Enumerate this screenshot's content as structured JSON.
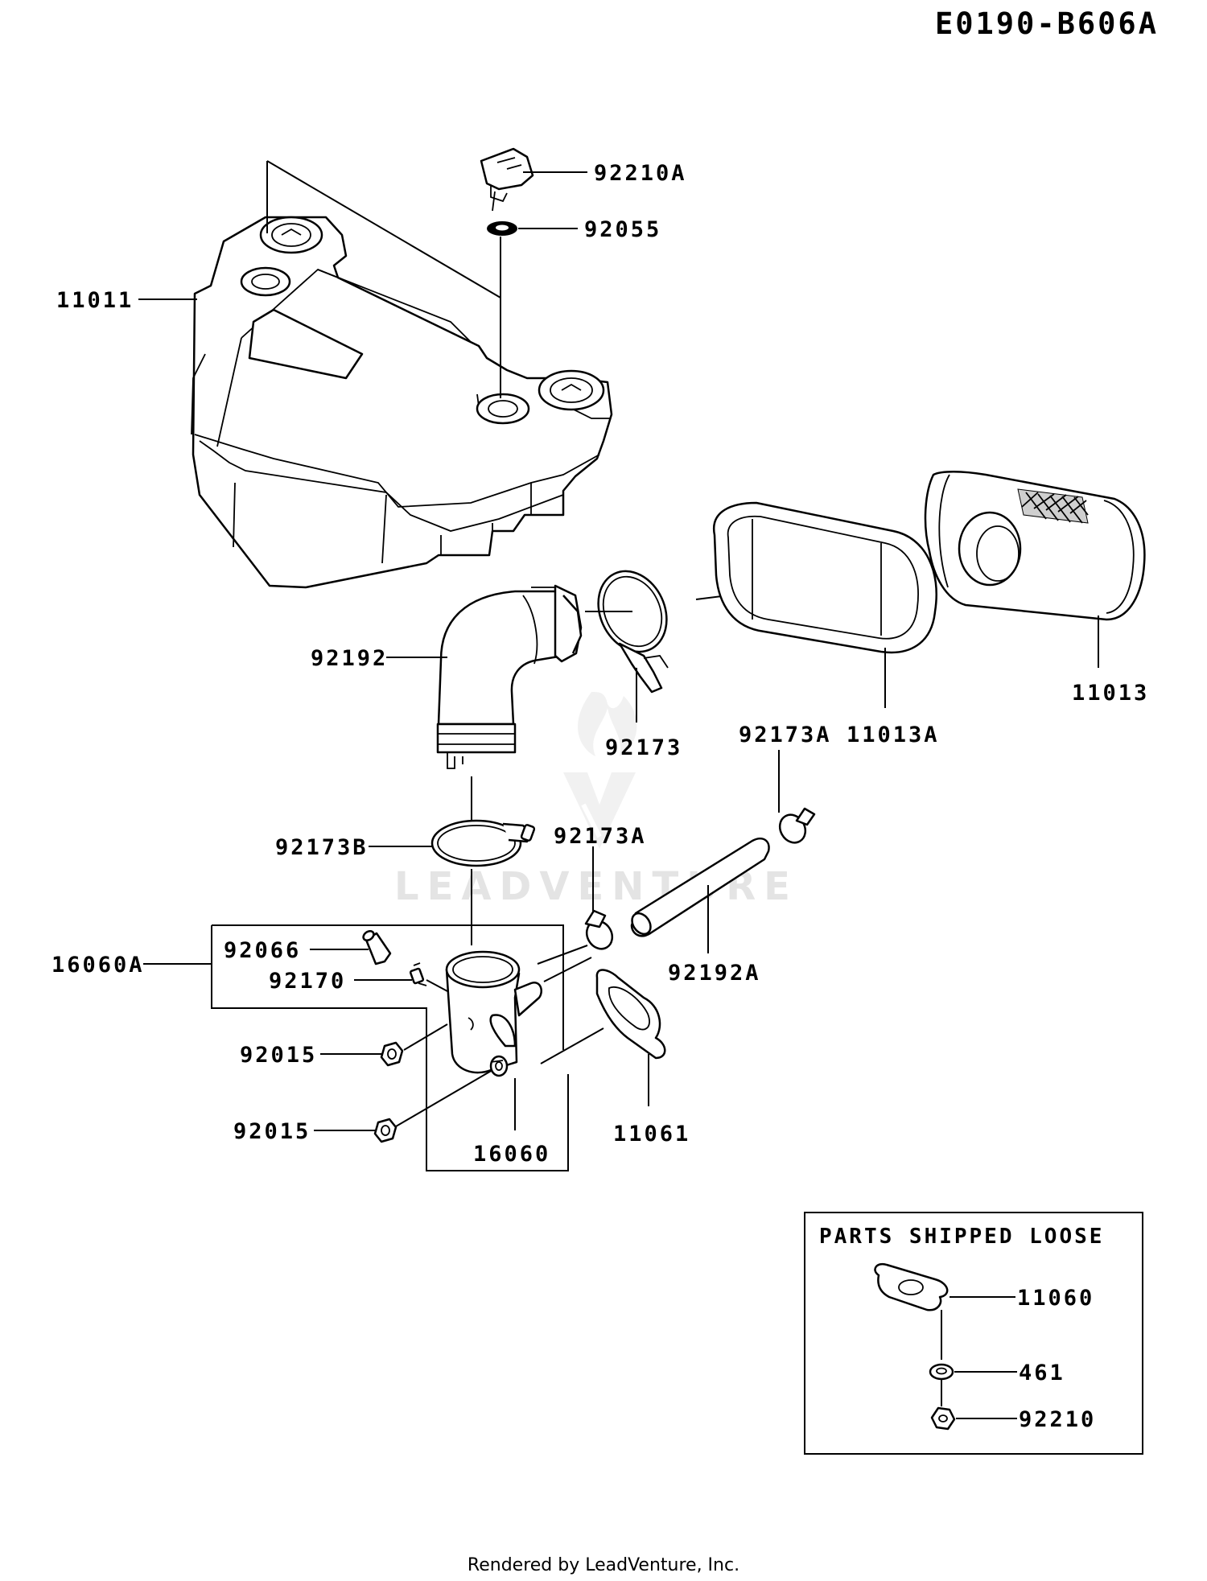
{
  "diagram_code": "E0190-B606A",
  "watermark": "LEADVENTURE",
  "footer": "Rendered by LeadVenture, Inc.",
  "parts_box_title": "PARTS SHIPPED LOOSE",
  "labels": {
    "p92210A": "92210A",
    "p92055": "92055",
    "p11011": "11011",
    "p92192": "92192",
    "p92173": "92173",
    "p92173A_top": "92173A",
    "p11013A": "11013A",
    "p11013": "11013",
    "p92173B": "92173B",
    "p92173A_mid": "92173A",
    "p16060A": "16060A",
    "p92066": "92066",
    "p92170": "92170",
    "p92192A": "92192A",
    "p92015_a": "92015",
    "p92015_b": "92015",
    "p16060": "16060",
    "p11061": "11061",
    "p11060": "11060",
    "p461": "461",
    "p92210": "92210"
  }
}
